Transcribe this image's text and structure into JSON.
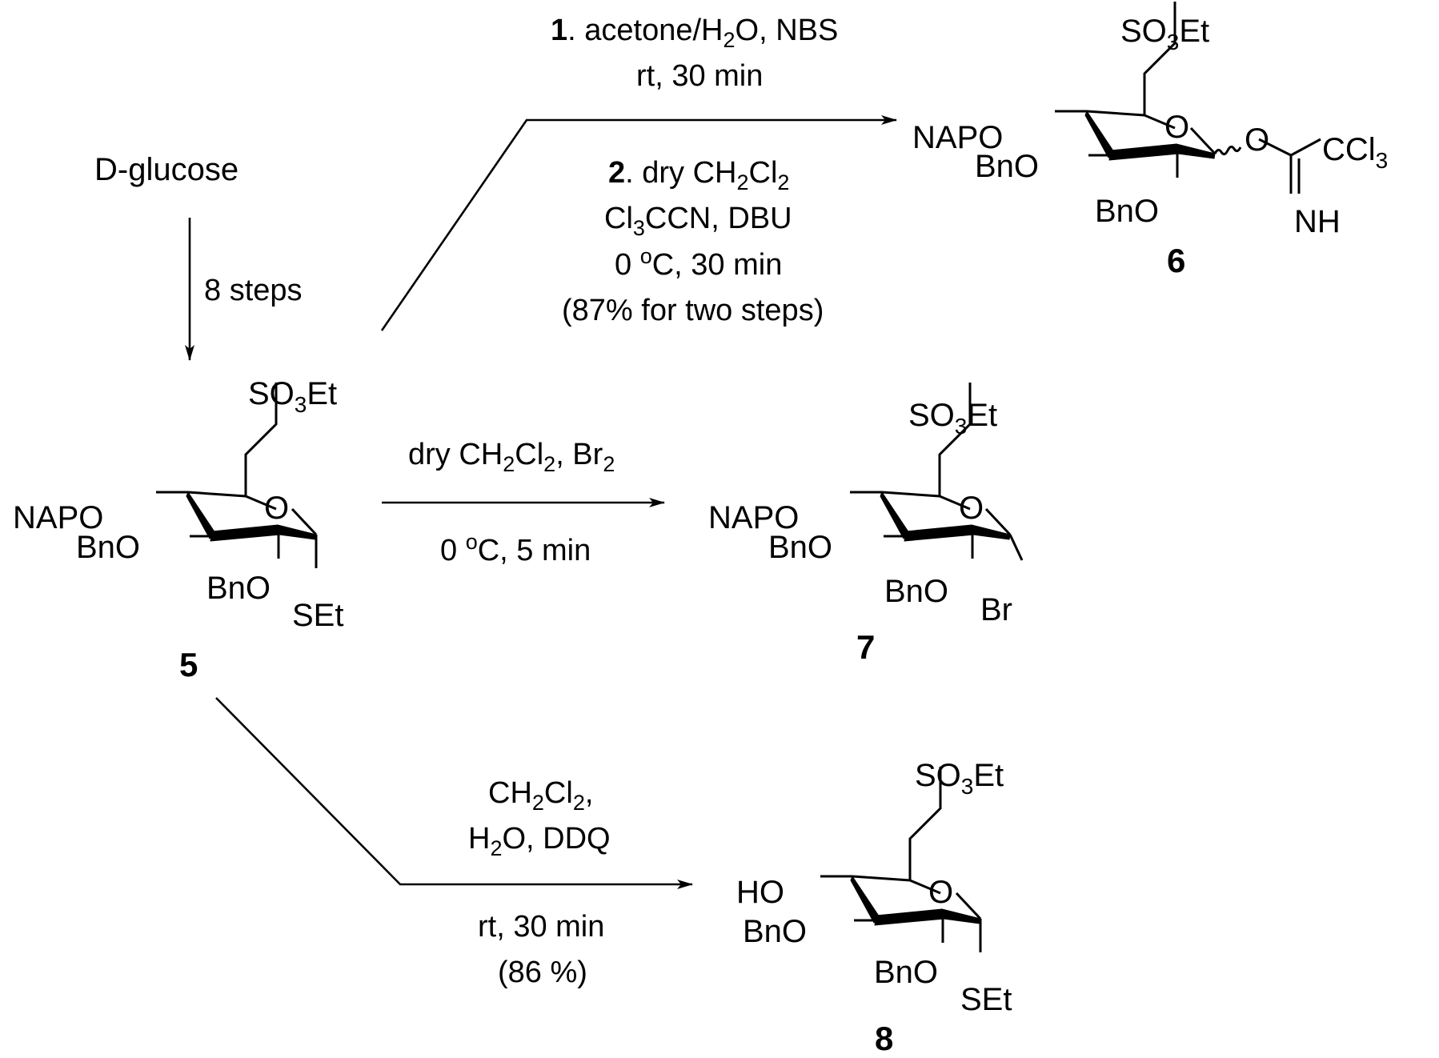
{
  "start_material": "D-glucose",
  "compounds": {
    "c5": {
      "label": "5",
      "sidechain": "SO3Et",
      "o4": "NAPO",
      "o3": "BnO",
      "o2": "BnO",
      "ring_o": "O",
      "anomeric": "SEt"
    },
    "c6": {
      "label": "6",
      "sidechain": "SO3Et",
      "o4": "NAPO",
      "o3": "BnO",
      "o2": "BnO",
      "ring_o": "O",
      "link_o": "O",
      "ccl3": "CCl3",
      "nh": "NH"
    },
    "c7": {
      "label": "7",
      "sidechain": "SO3Et",
      "o4": "NAPO",
      "o3": "BnO",
      "o2": "BnO",
      "ring_o": "O",
      "anomeric": "Br"
    },
    "c8": {
      "label": "8",
      "sidechain": "SO3Et",
      "o4": "HO",
      "o3": "BnO",
      "o2": "BnO",
      "ring_o": "O",
      "anomeric": "SEt"
    }
  },
  "reactions": {
    "r1": {
      "conditions": [
        "8 steps"
      ]
    },
    "r2": {
      "step1_num": "1",
      "step1": ". acetone/H2O, NBS",
      "step1_line2": "rt, 30 min",
      "step2_num": "2",
      "step2": ". dry CH2Cl2",
      "step2_line2": "Cl3CCN, DBU",
      "step2_line3": "0 oC, 30 min",
      "yield": "(87% for two steps)"
    },
    "r3": {
      "conditions": [
        "dry CH2Cl2, Br2",
        "0 oC, 5 min"
      ]
    },
    "r4": {
      "conditions": [
        "CH2Cl2,",
        "H2O, DDQ",
        "rt, 30 min",
        "(86 %)"
      ]
    }
  }
}
